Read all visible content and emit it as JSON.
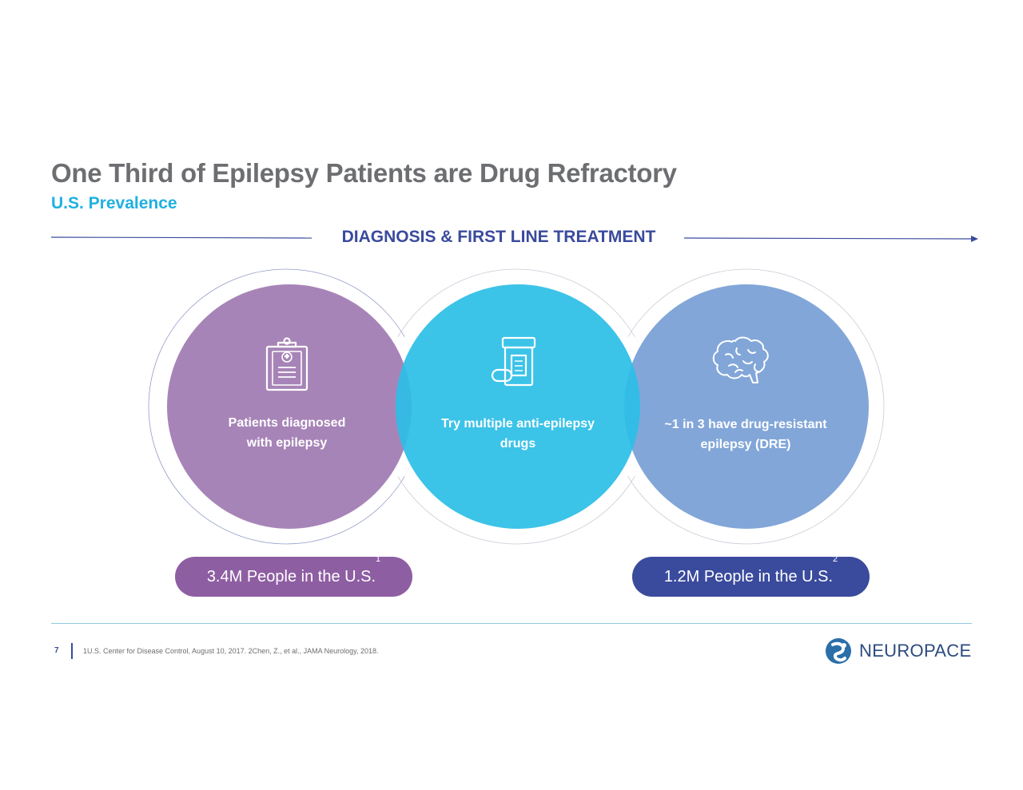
{
  "slide": {
    "title": "One Third of Epilepsy Patients are Drug Refractory",
    "subtitle": "U.S. Prevalence",
    "section_heading": "DIAGNOSIS & FIRST LINE TREATMENT"
  },
  "circles": [
    {
      "label_line1": "Patients diagnosed",
      "label_line2": "with epilepsy",
      "icon": "clipboard-medical-icon",
      "color": "#a784b7"
    },
    {
      "label_line1": "Try multiple anti-epilepsy",
      "label_line2": "drugs",
      "icon": "pill-bottle-icon",
      "color": "#2dbee6"
    },
    {
      "label_line1": "~1 in 3 have drug-resistant",
      "label_line2": "epilepsy (DRE)",
      "icon": "brain-icon",
      "color": "#82a6d8"
    }
  ],
  "stats": [
    {
      "text": "3.4M People in the U.S.",
      "ref": "1",
      "color": "#8e5ea2"
    },
    {
      "text": "1.2M People in the U.S.",
      "ref": "2",
      "color": "#3a4a9c"
    }
  ],
  "footer": {
    "page_number": "7",
    "footnote": "1U.S. Center for Disease Control, August 10, 2017. 2Chen, Z., et al., JAMA Neurology, 2018.",
    "logo_text": "NEUROPACE",
    "logo_icon": "neuropace-logo-icon"
  },
  "colors": {
    "title": "#6d6e71",
    "subtitle": "#1fb0e0",
    "accent_navy": "#3a4a9c"
  }
}
